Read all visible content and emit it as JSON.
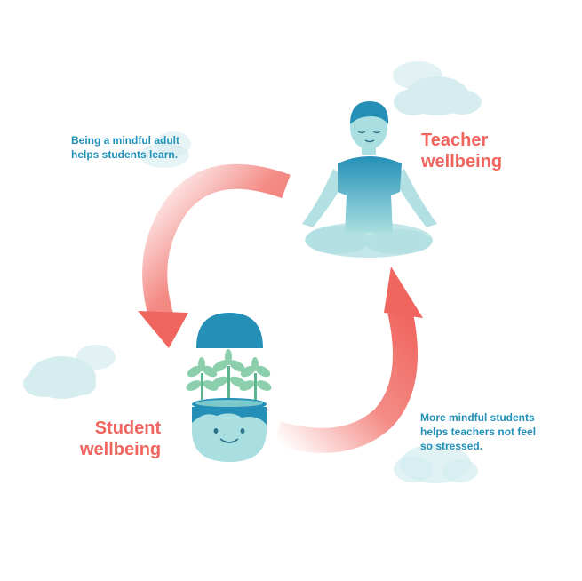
{
  "colors": {
    "accent_red": "#f0665f",
    "text_blue": "#2490b8",
    "cloud": "#d6edf0",
    "figure_light": "#a9dfe0",
    "figure_dark": "#2490b8",
    "leaf": "#8ccfad"
  },
  "labels": {
    "teacher": [
      "Teacher",
      "wellbeing"
    ],
    "student": [
      "Student",
      "wellbeing"
    ]
  },
  "captions": {
    "top": [
      "Being a mindful adult",
      "helps students learn."
    ],
    "bottom": [
      "More mindful students",
      "helps teachers not feel",
      "so stressed."
    ]
  },
  "icons": [
    "cloud-icon",
    "meditating-teacher-icon",
    "student-head-icon",
    "plant-icon",
    "curved-arrow-icon"
  ]
}
